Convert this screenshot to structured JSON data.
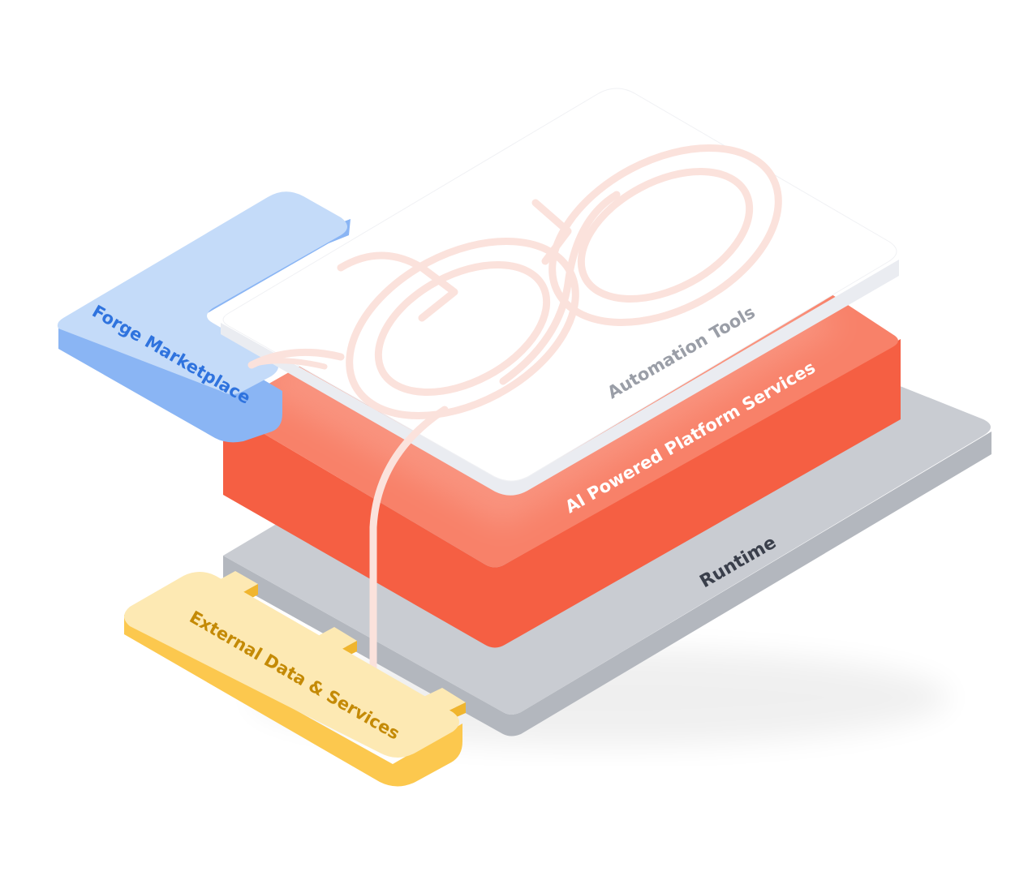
{
  "layers": {
    "automation": {
      "label": "Automation Tools"
    },
    "ai_services": {
      "label": "AI Powered Platform Services"
    },
    "runtime": {
      "label": "Runtime"
    },
    "marketplace": {
      "label": "Forge Marketplace"
    },
    "external": {
      "label": "External Data & Services"
    }
  },
  "colors": {
    "runtime_top": "#c9ccd2",
    "runtime_side": "#b3b7be",
    "ai_top": "#f88169",
    "ai_side": "#f55f43",
    "automation_top": "#ffffff",
    "automation_side": "#eaecf1",
    "marketplace_top": "#c4dbf9",
    "marketplace_side": "#8ab5f4",
    "external_top": "#fde9b3",
    "external_side": "#fcc84e",
    "logo_stroke": "#fbe2dc",
    "runtime_text": "#3a3f4b",
    "ai_text": "#ffffff",
    "automation_text": "#9a9ea7",
    "marketplace_text": "#2f73de",
    "external_text": "#c48a06"
  },
  "icons": [
    "infinity-logo-icon"
  ]
}
